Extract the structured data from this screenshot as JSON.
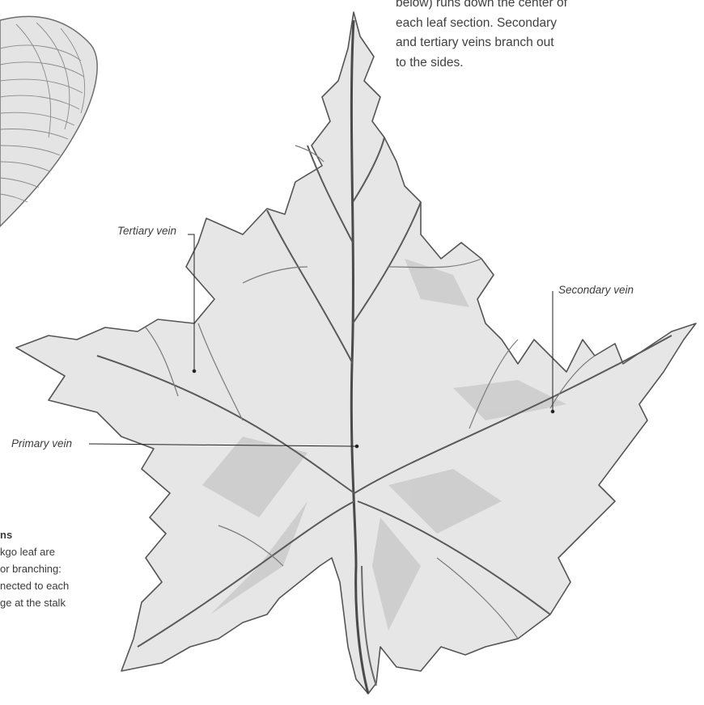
{
  "intro_text": {
    "lines": [
      "below) runs down the center of",
      "each leaf section. Secondary",
      "and tertiary veins branch out",
      "to the sides."
    ]
  },
  "labels": {
    "tertiary": "Tertiary vein",
    "secondary": "Secondary vein",
    "primary": "Primary vein"
  },
  "side_text": {
    "heading": "ns",
    "lines": [
      "kgo leaf are",
      "or branching:",
      "nected to each",
      "ge at the stalk"
    ]
  },
  "colors": {
    "ink": "#3a3a3a",
    "leaf_shade": "#d9d9d9",
    "leaf_dark": "#9a9a9a"
  }
}
